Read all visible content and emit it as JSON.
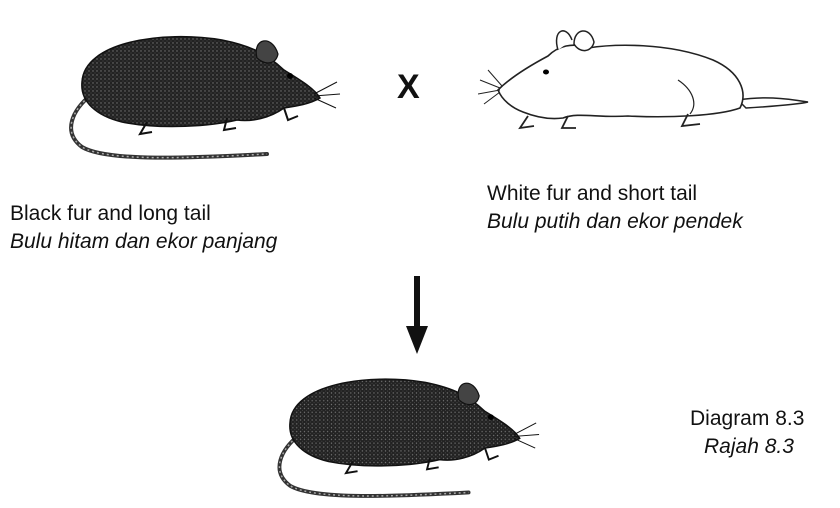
{
  "parent_black": {
    "label_en": "Black fur  and  long tail",
    "label_ms": "Bulu hitam dan ekor panjang",
    "fur_color": "#1a1a1a"
  },
  "cross_symbol": "X",
  "parent_white": {
    "label_en": "White fur  and  short tail",
    "label_ms": "Bulu putih dan ekor pendek",
    "fur_color": "#ffffff"
  },
  "offspring": {
    "fur_color": "#1a1a1a"
  },
  "caption": {
    "en": "Diagram 8.3",
    "ms": "Rajah 8.3"
  }
}
